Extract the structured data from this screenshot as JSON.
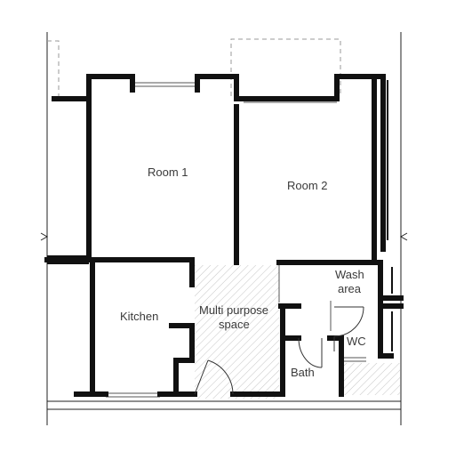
{
  "rooms": {
    "room1": "Room 1",
    "room2": "Room 2",
    "kitchen": "Kitchen",
    "multi_purpose_line1": "Multi purpose",
    "multi_purpose_line2": "space",
    "wash_line1": "Wash",
    "wash_line2": "area",
    "wc": "WC",
    "bath": "Bath"
  },
  "colors": {
    "wall": "#111111",
    "hatch": "#bdbdbd",
    "dashed": "#9a9a9a"
  }
}
